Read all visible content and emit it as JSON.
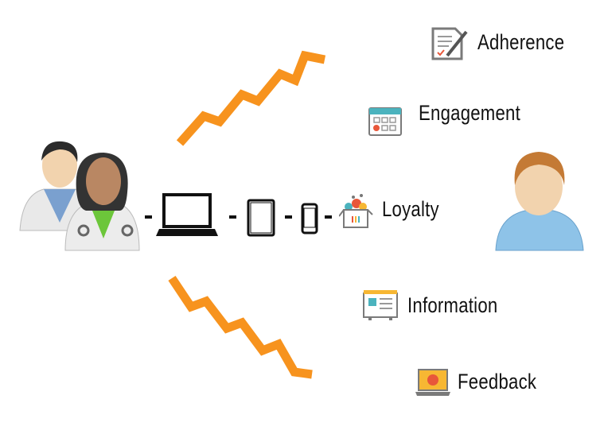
{
  "colors": {
    "zigzag": "#F7931E",
    "accent_red": "#E8573A",
    "teal": "#4BB3BE",
    "icon_gray": "#7A7A7A"
  },
  "left_actor": {
    "icon": "doctors-icon"
  },
  "right_actor": {
    "icon": "patient-icon"
  },
  "devices": [
    {
      "icon": "laptop-icon"
    },
    {
      "icon": "tablet-icon"
    },
    {
      "icon": "smartphone-icon"
    }
  ],
  "outcomes": [
    {
      "label": "Adherence",
      "icon": "document-pen-icon"
    },
    {
      "label": "Engagement",
      "icon": "calendar-heart-icon"
    },
    {
      "label": "Loyalty",
      "icon": "gift-box-icon"
    },
    {
      "label": "Information",
      "icon": "info-card-icon"
    },
    {
      "label": "Feedback",
      "icon": "laptop-heart-icon"
    }
  ]
}
